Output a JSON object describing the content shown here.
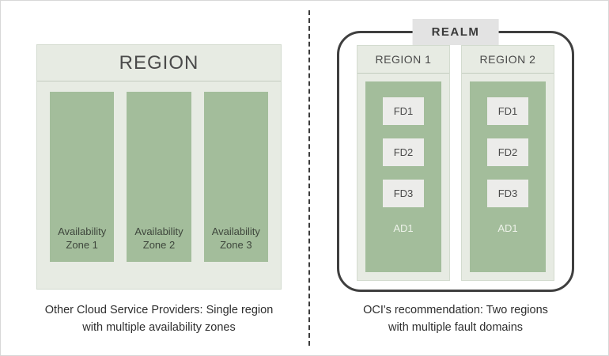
{
  "left_panel": {
    "region_label": "REGION",
    "zones": [
      "Availability Zone 1",
      "Availability Zone 2",
      "Availability Zone 3"
    ],
    "caption": {
      "line1": "Other Cloud Service Providers: Single region",
      "line2": "with multiple availability zones"
    }
  },
  "right_panel": {
    "realm_label": "REALM",
    "regions": [
      {
        "label": "REGION 1",
        "fault_domains": [
          "FD1",
          "FD2",
          "FD3"
        ],
        "availability_domain": "AD1"
      },
      {
        "label": "REGION 2",
        "fault_domains": [
          "FD1",
          "FD2",
          "FD3"
        ],
        "availability_domain": "AD1"
      }
    ],
    "caption": {
      "line1": "OCI's recommendation: Two regions",
      "line2": "with multiple fault domains"
    }
  },
  "colors": {
    "zone_green": "#a3bd9b",
    "panel_light": "#e7ebe3",
    "fd_box": "#ececea",
    "realm_border": "#3f3f3f",
    "realm_label_bg": "#e3e3e3",
    "text_dark": "#4a4a4a"
  }
}
